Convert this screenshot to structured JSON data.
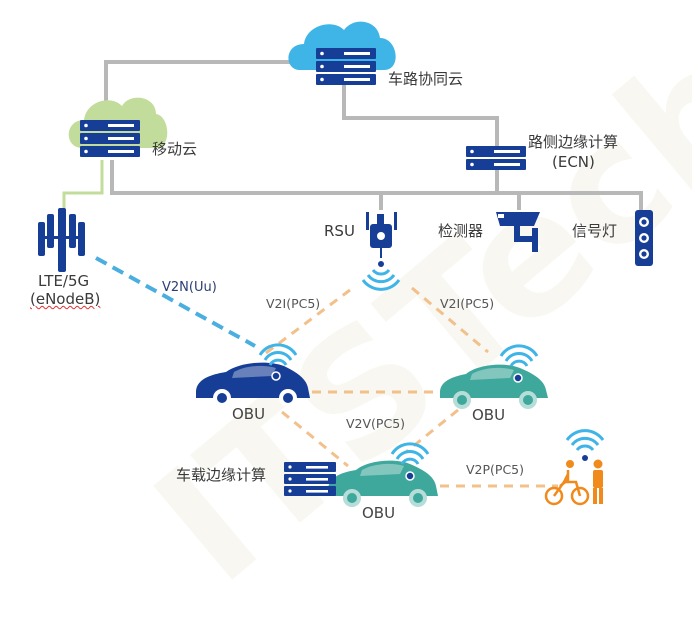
{
  "watermark": "ITSTech",
  "labels": {
    "road_cloud": "车路协同云",
    "mobile_cloud": "移动云",
    "edge_computing": "路侧边缘计算",
    "edge_computing_abbr": "(ECN)",
    "rsu": "RSU",
    "detector": "检测器",
    "signal_light": "信号灯",
    "base_station": "LTE/5G",
    "base_station_abbr": "(eNodeB)",
    "v2n": "V2N(Uu)",
    "v2i_left": "V2I(PC5)",
    "v2i_right": "V2I(PC5)",
    "v2v": "V2V(PC5)",
    "v2p": "V2P(PC5)",
    "obu_left": "OBU",
    "obu_right": "OBU",
    "obu_bottom": "OBU",
    "vehicle_edge": "车载边缘计算"
  },
  "colors": {
    "dark_blue": "#173e96",
    "cloud_blue": "#3fb4e6",
    "cloud_green": "#c2dd9b",
    "teal_car": "#3fa89c",
    "orange_dash": "#f2c08a",
    "blue_dash": "#4aaee0",
    "line_gray": "#b8b8b8",
    "pedestrian": "#f08a1c"
  }
}
